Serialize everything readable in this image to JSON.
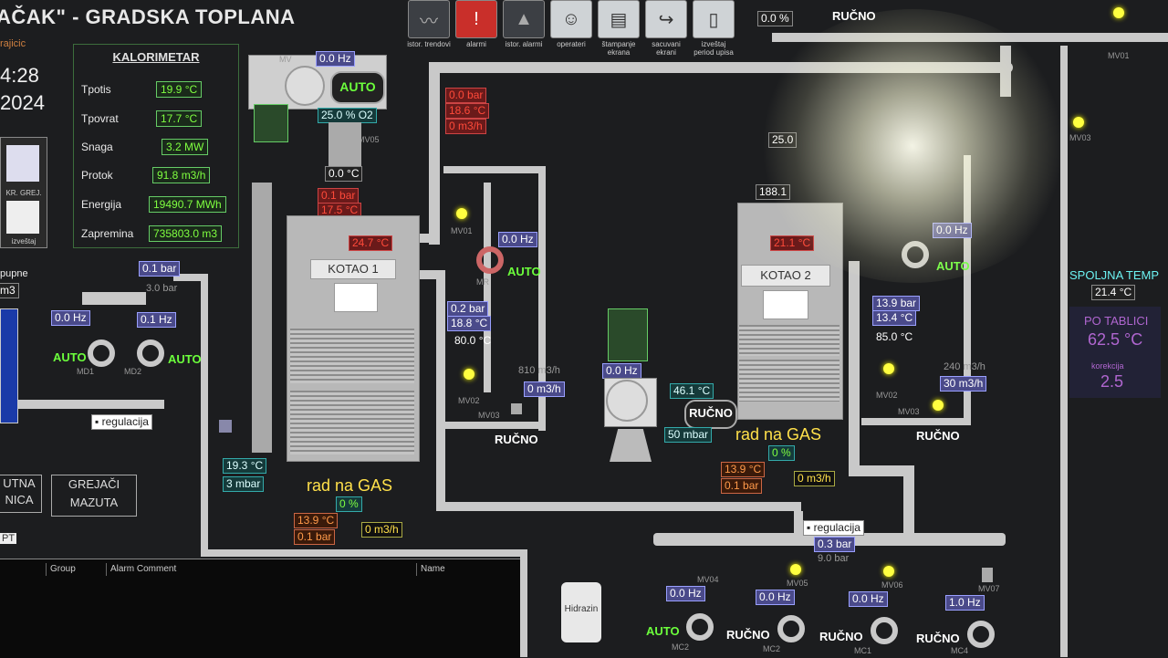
{
  "header": {
    "title": "AČAK\" - GRADSKA TOPLANA",
    "user": "rajicic",
    "time": "4:28",
    "date": "2024"
  },
  "toolbar": [
    {
      "label": "istor. trendovi",
      "icon": "trend-icon"
    },
    {
      "label": "alarmi",
      "icon": "alarm-icon"
    },
    {
      "label": "istor. alarmi",
      "icon": "history-alarm-icon"
    },
    {
      "label": "operateri",
      "icon": "operators-icon"
    },
    {
      "label": "štampanje ekrana",
      "icon": "print-icon"
    },
    {
      "label": "sacuvani ekrani",
      "icon": "saved-screens-icon"
    },
    {
      "label": "izveštaj period upisa",
      "icon": "report-icon"
    }
  ],
  "kalorimetar": {
    "title": "KALORIMETAR",
    "rows": [
      {
        "label": "Tpotis",
        "value": "19.9 °C"
      },
      {
        "label": "Tpovrat",
        "value": "17.7 °C"
      },
      {
        "label": "Snaga",
        "value": "3.2 MW"
      },
      {
        "label": "Protok",
        "value": "91.8 m3/h"
      },
      {
        "label": "Energija",
        "value": "19490.7 MWh"
      },
      {
        "label": "Zapremina",
        "value": "735803.0 m3"
      }
    ]
  },
  "left_panel": {
    "kr_grej": "KR. GREJ.",
    "izvestaj": "izveštaj",
    "pupne": "pupne",
    "m3": "m3",
    "btn1": "UTNA NICA",
    "btn2": "GREJAČI MAZUTA",
    "pt": "PT"
  },
  "left_pumps": {
    "pressure": "0.1 bar",
    "setpoint": "3.0 bar",
    "md1_hz": "0.0 Hz",
    "md2_hz": "0.1 Hz",
    "md1": "MD1",
    "md2": "MD2",
    "auto1": "AUTO",
    "auto2": "AUTO",
    "regulacija": "regulacija"
  },
  "kotao1": {
    "label": "KOTAO 1",
    "fan_hz": "0.0 Hz",
    "mode": "AUTO",
    "o2": "25.0 % O2",
    "mv": "MV",
    "mv05": "MV05",
    "top_temp": "0.0 °C",
    "pressure": "0.1 bar",
    "temp": "17.5 °C",
    "mid_temp": "24.7 °C",
    "flue_temp": "19.3 °C",
    "flue_pressure": "3 mbar",
    "rad_na_gas": "rad na GAS",
    "gas_pct": "0 %",
    "gas_temp": "13.9 °C",
    "gas_pressure": "0.1 bar",
    "gas_flow": "0 m3/h"
  },
  "mid_pipe": {
    "pressure": "0.0 bar",
    "temp": "18.6 °C",
    "flow": "0 m3/h",
    "mv01": "MV01",
    "mr": "MR",
    "mr_hz": "0.0 Hz",
    "mr_mode": "AUTO",
    "p2": "0.2 bar",
    "t2": "18.8 °C",
    "t_set": "80.0 °C",
    "mv02": "MV02",
    "flow_set": "810 m3/h",
    "flow_val": "0 m3/h",
    "mv03": "MV03",
    "mv03_mode": "RUČNO"
  },
  "burner": {
    "hz": "0.0 Hz",
    "temp": "46.1 °C",
    "mode": "RUČNO",
    "mbar": "50 mbar"
  },
  "kotao2": {
    "label": "KOTAO 2",
    "top1": "25.0",
    "top2": "188.1",
    "mid_temp": "21.1 °C",
    "rad_na_gas": "rad na GAS",
    "gas_pct": "0 %",
    "gas_temp": "13.9 °C",
    "gas_pressure": "0.1 bar",
    "gas_flow": "0 m3/h",
    "p1": "13.9 bar",
    "t1": "13.4 °C",
    "t_set": "85.0 °C",
    "mv02": "MV02",
    "flow_set": "240 m3/h",
    "flow_val": "30 m3/h",
    "mv03": "MV03",
    "mv03_mode": "RUČNO",
    "hz": "0.0 Hz",
    "auto": "AUTO"
  },
  "top_right": {
    "pct": "0.0 %",
    "mode": "RUČNO",
    "mv01": "MV01",
    "mv03": "MV03"
  },
  "outside": {
    "label": "SPOLJNA TEMP",
    "value": "21.4 °C",
    "po_tablici": "PO TABLICI",
    "tablici_val": "62.5 °C",
    "koef_label": "korekcija",
    "koef_val": "2.5"
  },
  "bottom_pumps": {
    "regulacija": "regulacija",
    "pressure": "0.3 bar",
    "setpoint": "9.0 bar",
    "pumps": [
      {
        "hz": "0.0 Hz",
        "mode": "AUTO",
        "mv": "MV04",
        "mc": "MC2"
      },
      {
        "hz": "0.0 Hz",
        "mode": "RUČNO",
        "mv": "MV05",
        "mc": "MC2"
      },
      {
        "hz": "0.0 Hz",
        "mode": "RUČNO",
        "mv": "MV06",
        "mc": "MC1"
      },
      {
        "hz": "1.0 Hz",
        "mode": "RUČNO",
        "mv": "MV07",
        "mc": "MC4"
      }
    ]
  },
  "alarm_table": {
    "col1": "Group",
    "col2": "Alarm Comment",
    "col3": "Name"
  },
  "hidrazin": "Hidrazin"
}
